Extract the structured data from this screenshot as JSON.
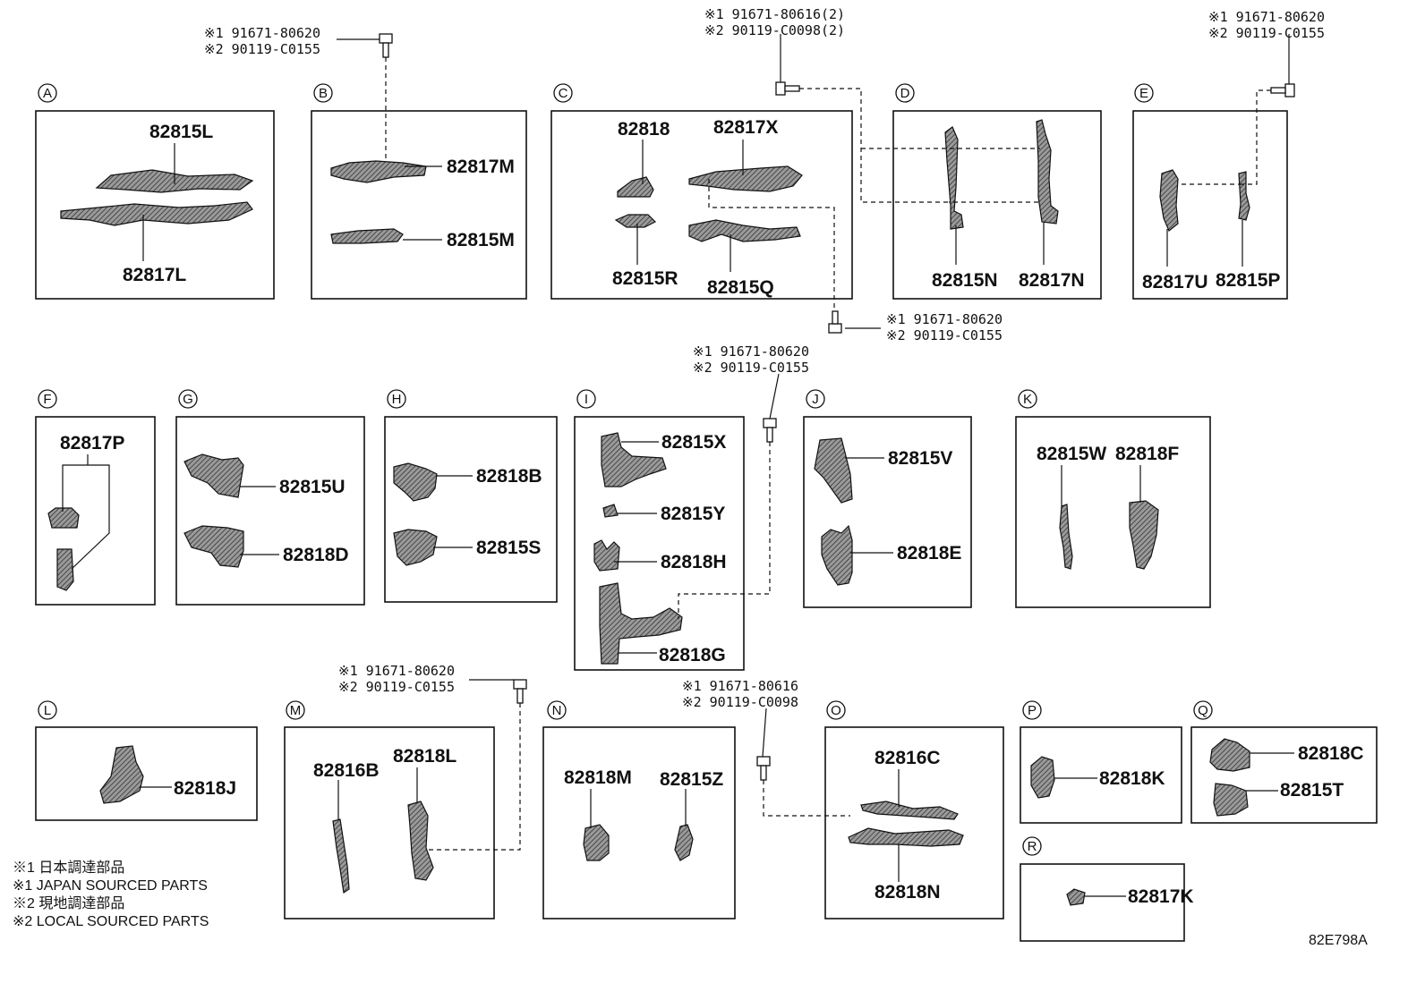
{
  "diagram_id": "82E798A",
  "sections": [
    {
      "letter": "A",
      "parts": [
        "82815L",
        "82817L"
      ]
    },
    {
      "letter": "B",
      "parts": [
        "82817M",
        "82815M"
      ]
    },
    {
      "letter": "C",
      "parts": [
        "82818",
        "82817X",
        "82815R",
        "82815Q"
      ]
    },
    {
      "letter": "D",
      "parts": [
        "82815N",
        "82817N"
      ]
    },
    {
      "letter": "E",
      "parts": [
        "82817U",
        "82815P"
      ]
    },
    {
      "letter": "F",
      "parts": [
        "82817P"
      ]
    },
    {
      "letter": "G",
      "parts": [
        "82815U",
        "82818D"
      ]
    },
    {
      "letter": "H",
      "parts": [
        "82818B",
        "82815S"
      ]
    },
    {
      "letter": "I",
      "parts": [
        "82815X",
        "82815Y",
        "82818H",
        "82818G"
      ]
    },
    {
      "letter": "J",
      "parts": [
        "82815V",
        "82818E"
      ]
    },
    {
      "letter": "K",
      "parts": [
        "82815W",
        "82818F"
      ]
    },
    {
      "letter": "L",
      "parts": [
        "82818J"
      ]
    },
    {
      "letter": "M",
      "parts": [
        "82816B",
        "82818L"
      ]
    },
    {
      "letter": "N",
      "parts": [
        "82818M",
        "82815Z"
      ]
    },
    {
      "letter": "O",
      "parts": [
        "82816C",
        "82818N"
      ]
    },
    {
      "letter": "P",
      "parts": [
        "82818K"
      ]
    },
    {
      "letter": "Q",
      "parts": [
        "82818C",
        "82815T"
      ]
    },
    {
      "letter": "R",
      "parts": [
        "82817K"
      ]
    }
  ],
  "fastener_refs": [
    {
      "line1": "※1 91671-80620",
      "line2": "※2 90119-C0155"
    },
    {
      "line1": "※1 91671-80616(2)",
      "line2": "※2 90119-C0098(2)"
    },
    {
      "line1": "※1 91671-80620",
      "line2": "※2 90119-C0155"
    },
    {
      "line1": "※1 91671-80620",
      "line2": "※2 90119-C0155"
    },
    {
      "line1": "※1 91671-80620",
      "line2": "※2 90119-C0155"
    },
    {
      "line1": "※1 91671-80620",
      "line2": "※2 90119-C0155"
    },
    {
      "line1": "※1 91671-80616",
      "line2": "※2 90119-C0098"
    }
  ],
  "legend": [
    "※1 日本調達部品",
    "※1 JAPAN SOURCED PARTS",
    "※2 現地調達部品",
    "※2 LOCAL SOURCED PARTS"
  ],
  "colors": {
    "line": "#111111",
    "part_fill": "#8a8a8a",
    "part_hatch": "#3a3a3a",
    "background": "#ffffff"
  }
}
